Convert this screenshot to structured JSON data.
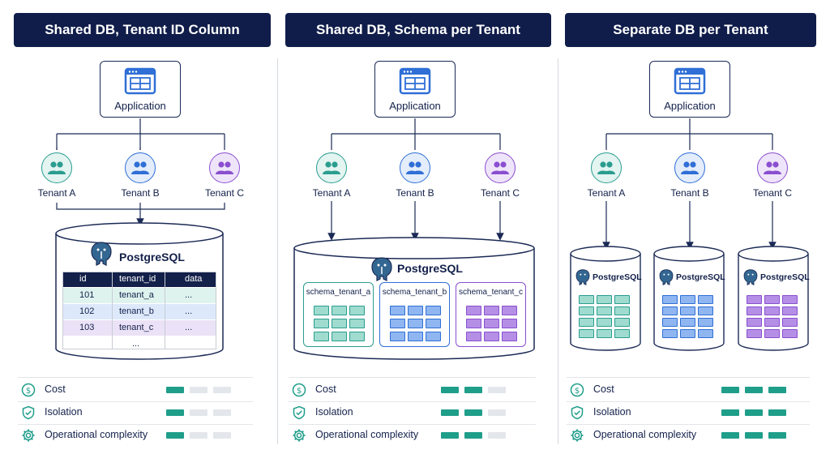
{
  "columns": [
    {
      "title": "Shared DB, Tenant ID Column",
      "app_label": "Application",
      "tenants": [
        {
          "label": "Tenant A",
          "color": "#2a9d8f"
        },
        {
          "label": "Tenant B",
          "color": "#2f6fd6"
        },
        {
          "label": "Tenant C",
          "color": "#8a4fd0"
        }
      ],
      "db_label": "PostgreSQL",
      "table": {
        "headers": [
          "id",
          "tenant_id",
          "data"
        ],
        "rows": [
          [
            "101",
            "tenant_a",
            "..."
          ],
          [
            "102",
            "tenant_b",
            "..."
          ],
          [
            "103",
            "tenant_c",
            "..."
          ],
          [
            "",
            "...",
            ""
          ]
        ]
      }
    },
    {
      "title": "Shared DB, Schema per Tenant",
      "app_label": "Application",
      "tenants": [
        {
          "label": "Tenant A",
          "color": "#2a9d8f"
        },
        {
          "label": "Tenant B",
          "color": "#2f6fd6"
        },
        {
          "label": "Tenant C",
          "color": "#8a4fd0"
        }
      ],
      "db_label": "PostgreSQL",
      "schemas": [
        "schema_tenant_a",
        "schema_tenant_b",
        "schema_tenant_c"
      ]
    },
    {
      "title": "Separate DB per Tenant",
      "app_label": "Application",
      "tenants": [
        {
          "label": "Tenant A",
          "color": "#2a9d8f"
        },
        {
          "label": "Tenant B",
          "color": "#2f6fd6"
        },
        {
          "label": "Tenant C",
          "color": "#8a4fd0"
        }
      ],
      "db_labels": [
        "PostgreSQL",
        "PostgreSQL",
        "PostgreSQL"
      ]
    }
  ],
  "metrics": [
    {
      "label": "Cost",
      "icon": "dollar-icon",
      "levels": [
        1,
        2,
        3
      ]
    },
    {
      "label": "Isolation",
      "icon": "shield-check-icon",
      "levels": [
        1,
        2,
        3
      ]
    },
    {
      "label": "Operational complexity",
      "icon": "gear-icon",
      "levels": [
        1,
        2,
        3
      ]
    }
  ],
  "colors": {
    "navy": "#101d4a",
    "teal": "#2a9d8f",
    "blue": "#2f6fd6",
    "purple": "#8a4fd0",
    "bar_on": "#1f9e8a",
    "bar_off": "#e3e6ea"
  }
}
